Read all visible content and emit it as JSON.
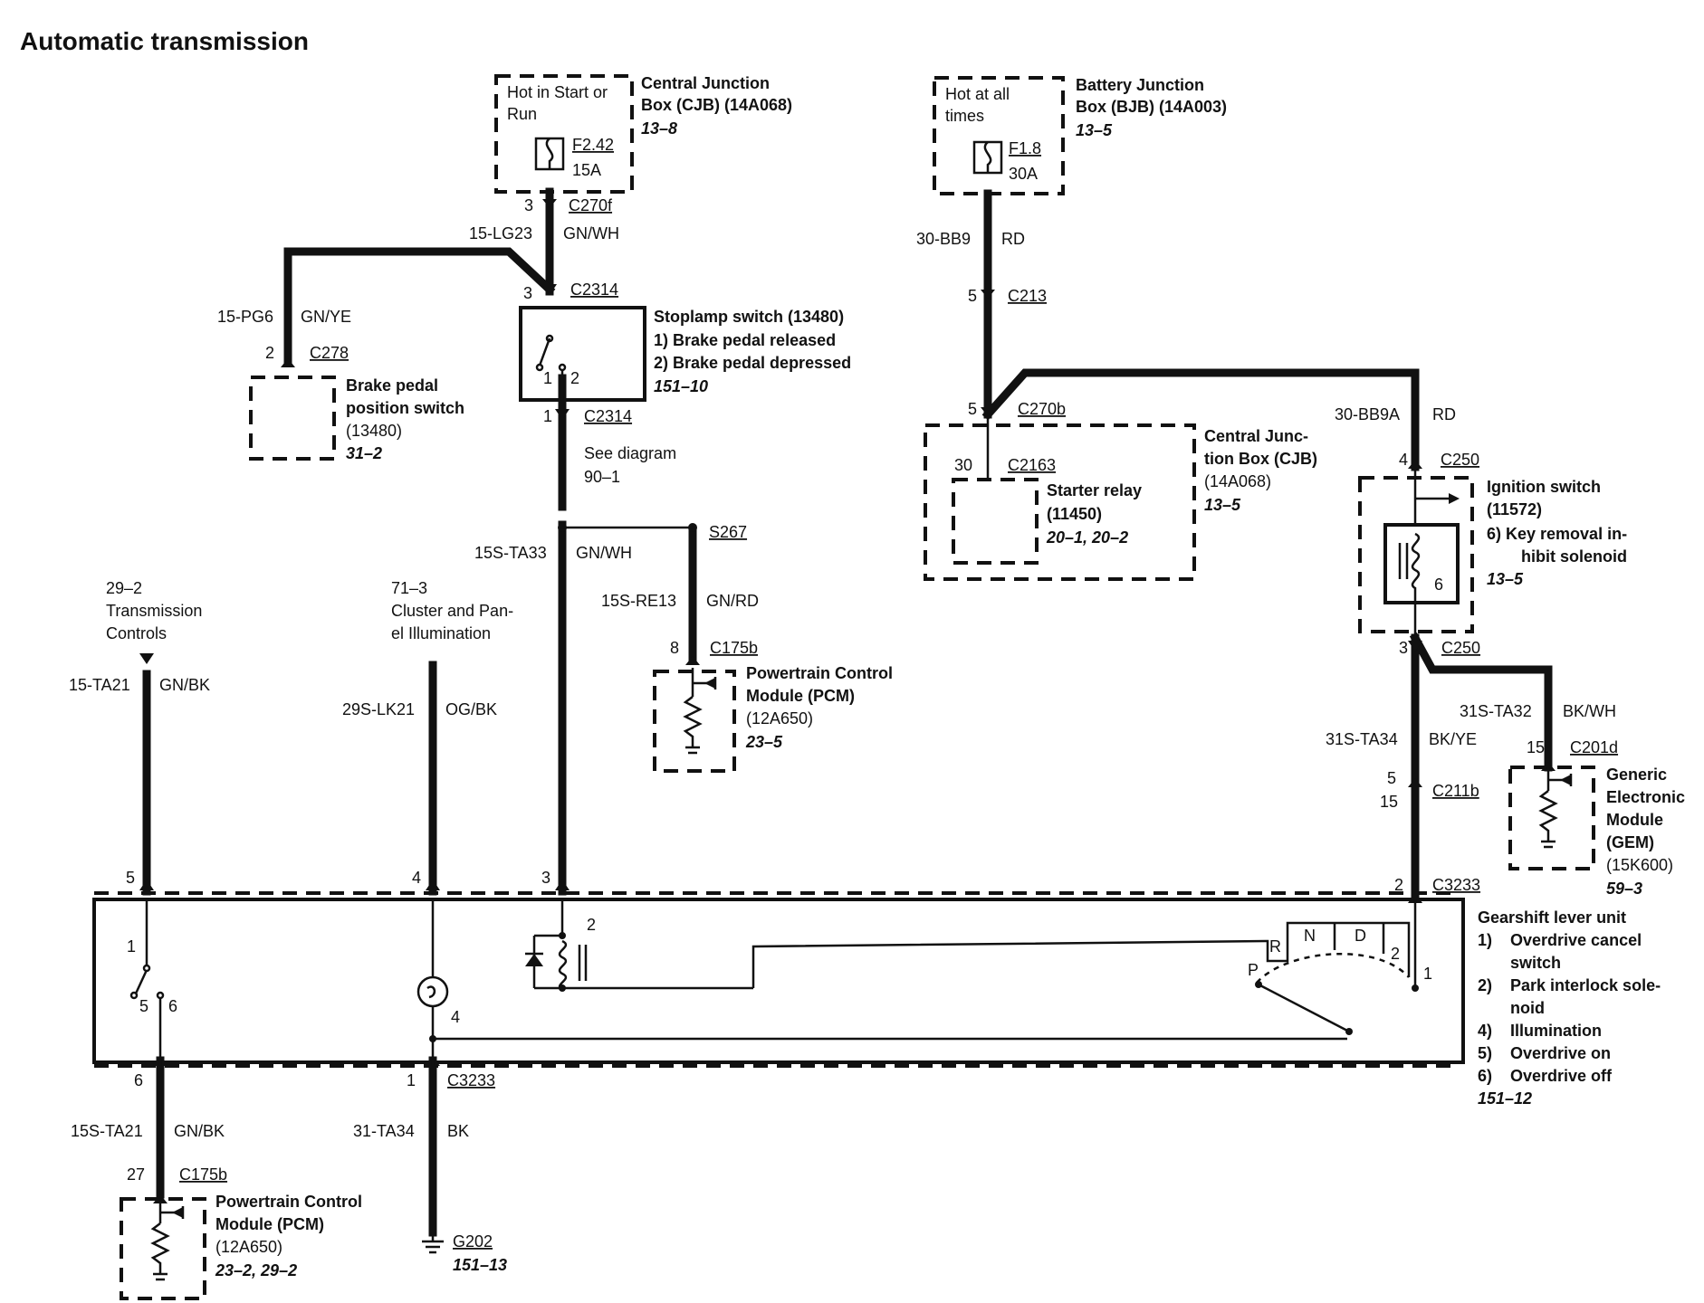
{
  "title": "Automatic transmission",
  "cjb_top": {
    "note": [
      "Hot in Start or",
      "Run"
    ],
    "fuse": "F2.42",
    "amps": "15A",
    "name": [
      "Central Junction",
      "Box (CJB) (14A068)"
    ],
    "ref": "13–8",
    "pin": "3",
    "connector": "C270f"
  },
  "bjb": {
    "note": [
      "Hot at all",
      "times"
    ],
    "fuse": "F1.8",
    "amps": "30A",
    "name": [
      "Battery Junction",
      "Box (BJB) (14A003)"
    ],
    "ref": "13–5"
  },
  "wires": {
    "lg23": "15-LG23",
    "lg23_color": "GN/WH",
    "pg6": "15-PG6",
    "pg6_color": "GN/YE",
    "bb9": "30-BB9",
    "bb9_color": "RD",
    "bb9a": "30-BB9A",
    "bb9a_color": "RD",
    "ta33": "15S-TA33",
    "ta33_color": "GN/WH",
    "re13": "15S-RE13",
    "re13_color": "GN/RD",
    "ta21": "15-TA21",
    "ta21_color": "GN/BK",
    "lk21": "29S-LK21",
    "lk21_color": "OG/BK",
    "ta34": "31S-TA34",
    "ta34_color": "BK/YE",
    "ta32": "31S-TA32",
    "ta32_color": "BK/WH",
    "sta21": "15S-TA21",
    "sta21_color": "GN/BK",
    "ta34b": "31-TA34",
    "ta34b_color": "BK"
  },
  "stoplamp": {
    "pin_top": "3",
    "connector_top": "C2314",
    "name": "Stoplamp switch (13480)",
    "items": [
      "1)  Brake pedal released",
      "2)  Brake pedal depressed"
    ],
    "ref": "151–10",
    "contact1": "1",
    "contact2": "2",
    "pin_bottom": "1",
    "connector_bottom": "C2314",
    "see": [
      "See diagram",
      "90–1"
    ]
  },
  "brake_pos": {
    "pin": "2",
    "connector": "C278",
    "name": [
      "Brake pedal",
      "position switch",
      "(13480)"
    ],
    "ref": "31–2"
  },
  "c213": {
    "pin": "5",
    "connector": "C213"
  },
  "starter": {
    "pin_c270b": "5",
    "connector_c270b": "C270b",
    "pin": "30",
    "connector": "C2163",
    "name": [
      "Starter relay",
      "(11450)"
    ],
    "ref": "20–1, 20–2",
    "cjb_name": [
      "Central Junc-",
      "tion Box (CJB)",
      "(14A068)"
    ],
    "cjb_ref": "13–5"
  },
  "ignition": {
    "pin_top": "4",
    "connector_top": "C250",
    "name": [
      "Ignition switch",
      "(11572)"
    ],
    "items": [
      "6)    Key removal in-",
      "hibit solenoid"
    ],
    "ref": "13–5",
    "contact": "6",
    "pin_bottom": "3",
    "connector_bottom": "C250"
  },
  "s267": "S267",
  "pcm_mid": {
    "pin": "8",
    "connector": "C175b",
    "name": [
      "Powertrain Control",
      "Module (PCM)",
      "(12A650)"
    ],
    "ref": "23–5"
  },
  "trans_ctrl": [
    "29–2",
    "Transmission",
    "Controls"
  ],
  "cluster": [
    "71–3",
    "Cluster and Pan-",
    "el Illumination"
  ],
  "gem": {
    "pin": "15",
    "connector": "C201d",
    "name": [
      "Generic",
      "Electronic",
      "Module",
      "(GEM)",
      "(15K600)"
    ],
    "ref": "59–3"
  },
  "c211b": {
    "pin_a": "5",
    "pin_b": "15",
    "connector": "C211b"
  },
  "gearshift": {
    "top_pins": [
      "5",
      "4",
      "3",
      "2"
    ],
    "connector": "C3233",
    "name": "Gearshift lever unit",
    "items": [
      [
        "1)",
        "Overdrive cancel"
      ],
      [
        "",
        "switch"
      ],
      [
        "2)",
        "Park interlock sole-"
      ],
      [
        "",
        "noid"
      ],
      [
        "4)",
        "Illumination"
      ],
      [
        "5)",
        "Overdrive on"
      ],
      [
        "6)",
        "Overdrive off"
      ]
    ],
    "ref": "151–12",
    "sw1": "1",
    "sw5": "5",
    "sw6": "6",
    "sol2": "2",
    "illum4": "4",
    "gears": [
      "P",
      "R",
      "N",
      "D",
      "2",
      "1"
    ],
    "bottom_pin6": "6",
    "bottom_pin1": "1",
    "bottom_connector": "C3233"
  },
  "pcm_bottom": {
    "pin": "27",
    "connector": "C175b",
    "name": [
      "Powertrain Control",
      "Module (PCM)",
      "(12A650)"
    ],
    "ref": "23–2, 29–2"
  },
  "ground": {
    "name": "G202",
    "ref": "151–13"
  }
}
